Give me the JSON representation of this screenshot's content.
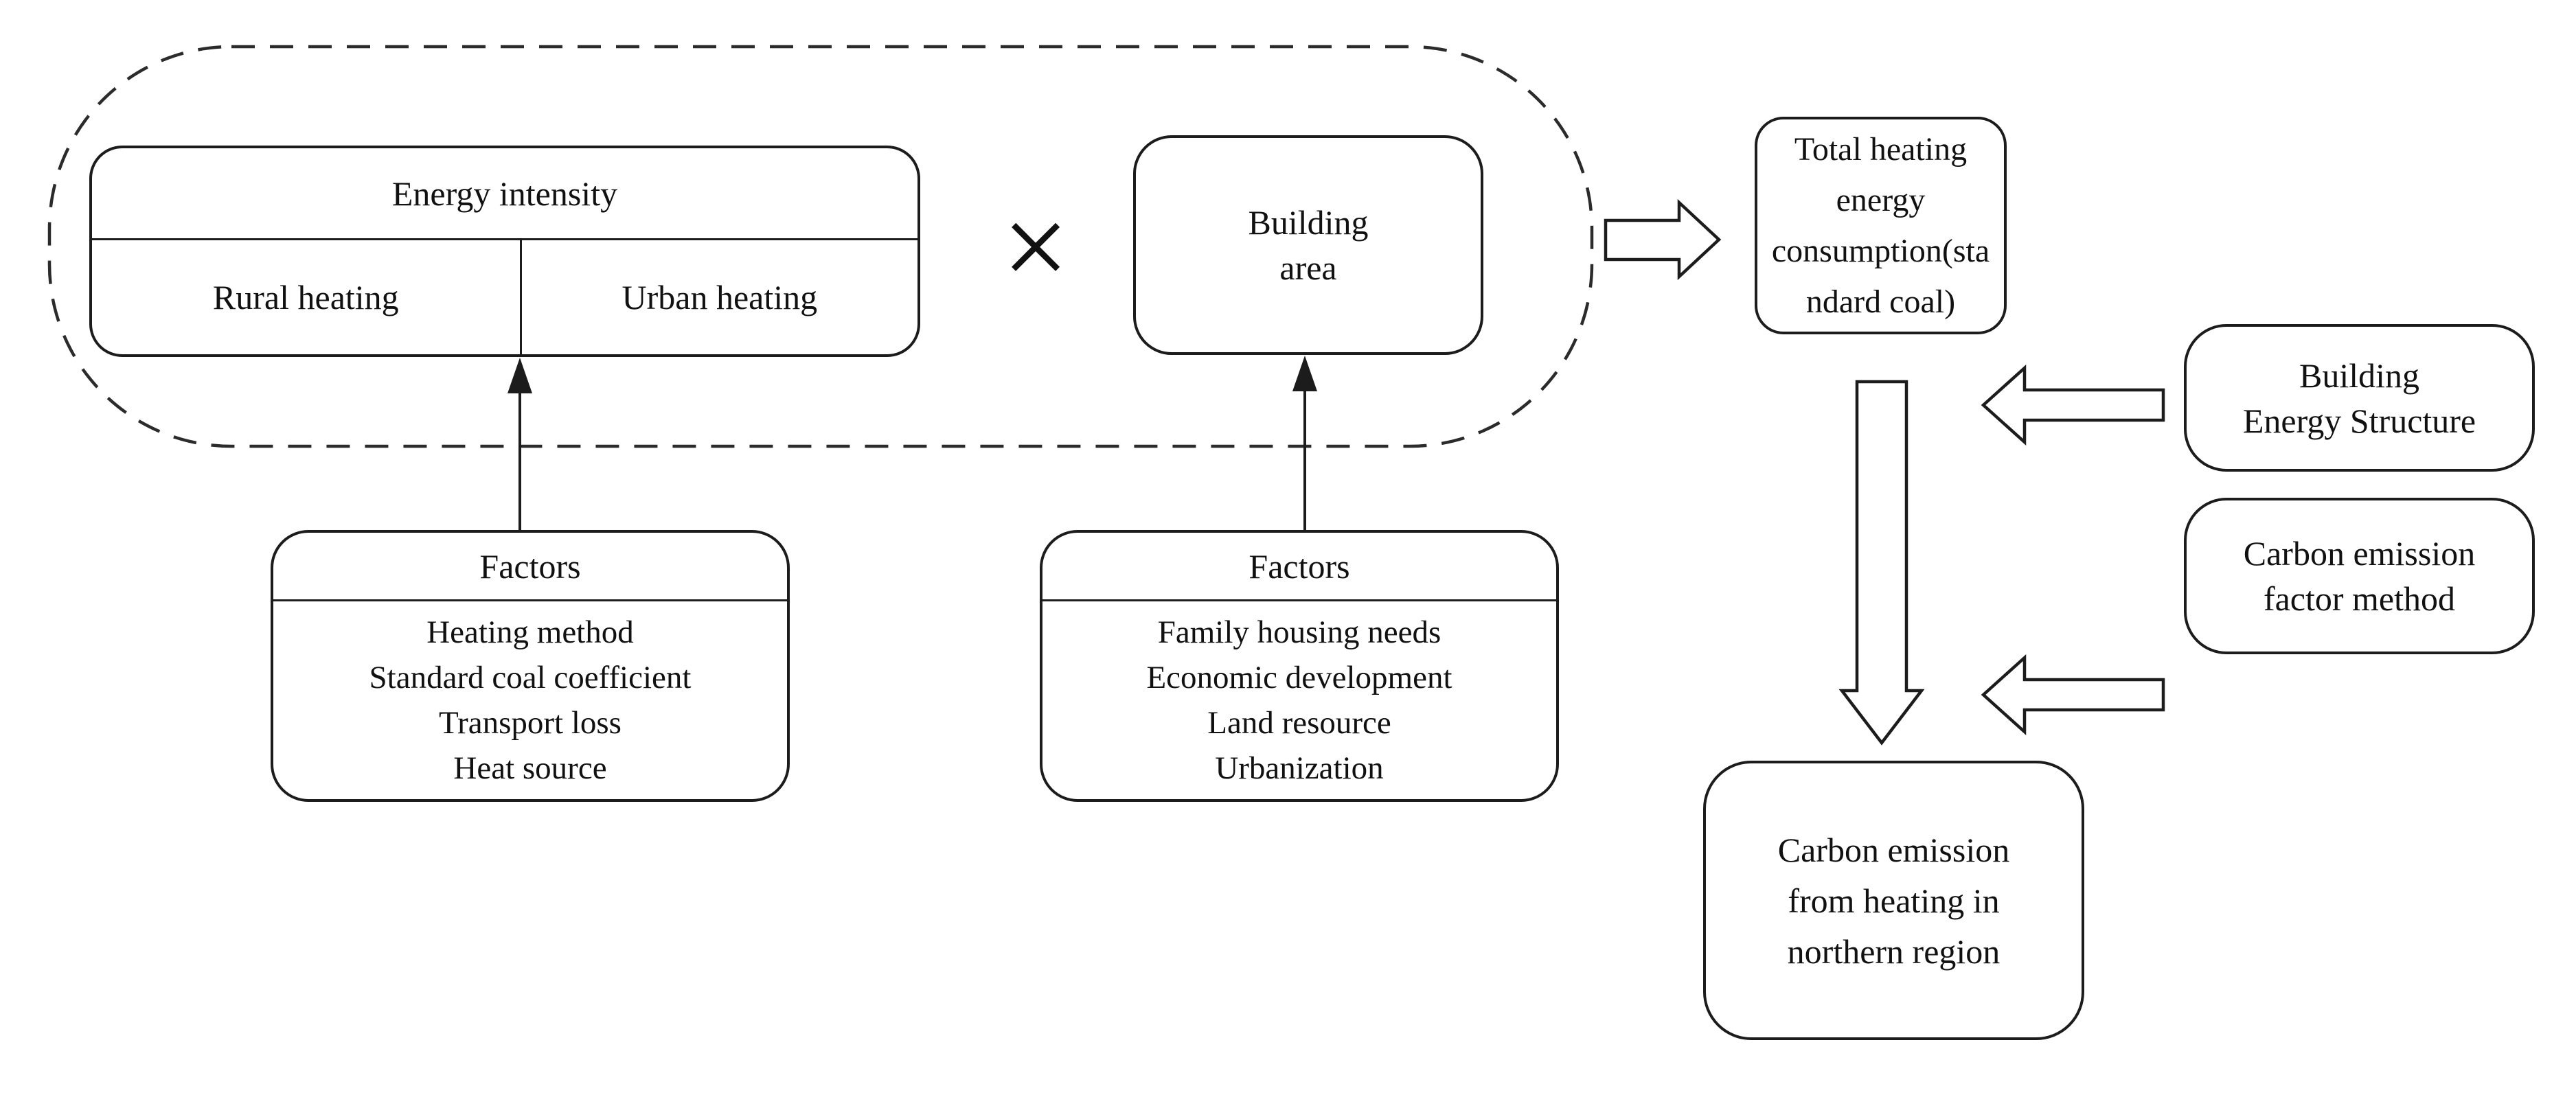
{
  "diagram": {
    "energy_intensity": {
      "title": "Energy intensity",
      "cells": [
        "Rural heating",
        "Urban heating"
      ]
    },
    "building_area": {
      "label": "Building\narea"
    },
    "total_heating": {
      "label": "Total heating\nenergy\nconsumption(sta\nndard coal)"
    },
    "building_energy_structure": {
      "label": "Building\nEnergy Structure"
    },
    "carbon_factor_method": {
      "label": "Carbon emission\nfactor method"
    },
    "carbon_emission_result": {
      "label": "Carbon emission\nfrom heating in\nnorthern region"
    },
    "factors_energy": {
      "title": "Factors",
      "items": [
        "Heating method",
        "Standard coal coefficient",
        "Transport loss",
        "Heat source"
      ]
    },
    "factors_building": {
      "title": "Factors",
      "items": [
        "Family housing needs",
        "Economic development",
        "Land resource",
        "Urbanization"
      ]
    }
  },
  "icons": {
    "multiply": "×"
  },
  "colors": {
    "stroke": "#1c1c1c",
    "background": "#ffffff",
    "text": "#111111"
  }
}
